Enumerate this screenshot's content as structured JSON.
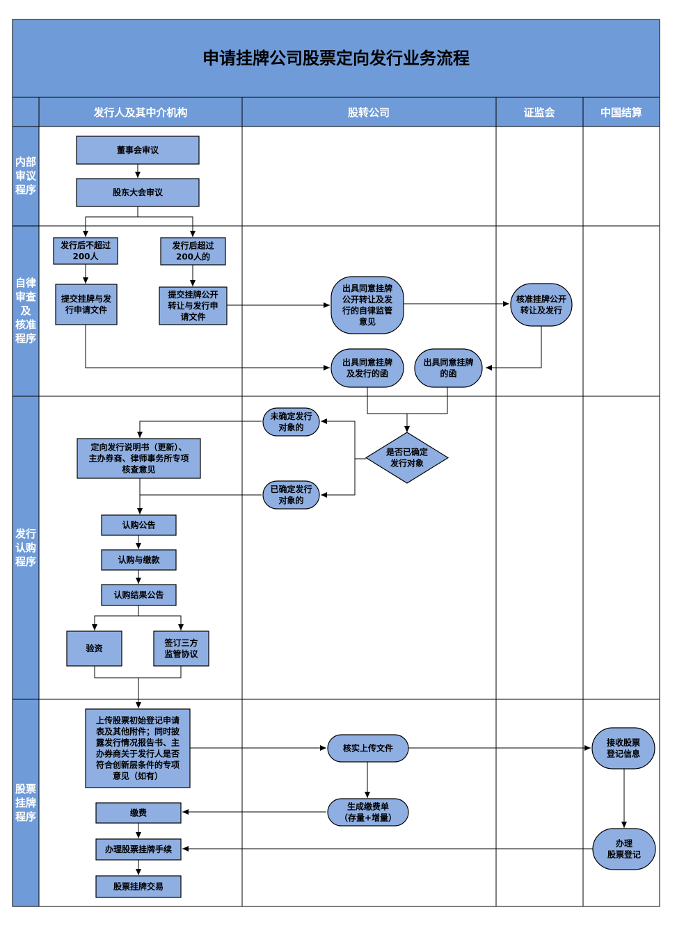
{
  "title": "申请挂牌公司股票定向发行业务流程",
  "colors": {
    "band": "#6F9BD8",
    "node": "#8FAFE2",
    "stroke": "#000000"
  },
  "columns": [
    "发行人及其中介机构",
    "股转公司",
    "证监会",
    "中国结算"
  ],
  "phases": [
    [
      "内部",
      "审议",
      "程序"
    ],
    [
      "自律",
      "审查",
      "及",
      "核准",
      "程序"
    ],
    [
      "发行",
      "认购",
      "程序"
    ],
    [
      "股票",
      "挂牌",
      "程序"
    ]
  ],
  "nodes": {
    "board": [
      "董事会审议"
    ],
    "shareholders": [
      "股东大会审议"
    ],
    "under200": [
      "发行后不超过",
      "200人"
    ],
    "over200": [
      "发行后超过",
      "200人的"
    ],
    "submit_under": [
      "提交挂牌与发",
      "行申请文件"
    ],
    "submit_over": [
      "提交挂牌公开",
      "转让与发行申",
      "请文件"
    ],
    "neeq_opinion": [
      "出具同意挂牌",
      "公开转让及发",
      "行的自律监管",
      "意见"
    ],
    "csrc_approve": [
      "核准挂牌公开",
      "转让及发行"
    ],
    "letter_issue": [
      "出具同意挂牌",
      "及发行的函"
    ],
    "letter_list": [
      "出具同意挂牌",
      "的函"
    ],
    "undetermined": [
      "未确定发行",
      "对象的"
    ],
    "determined": [
      "已确定发行",
      "对象的"
    ],
    "decision": [
      "是否已确定",
      "发行对象"
    ],
    "prospectus": [
      "定向发行说明书（更新）、",
      "主办券商、律师事务所专项",
      "核查意见"
    ],
    "sub_notice": [
      "认购公告"
    ],
    "sub_pay": [
      "认购与缴款"
    ],
    "sub_result": [
      "认购结果公告"
    ],
    "verify": [
      "验资"
    ],
    "tripartite": [
      "签订三方",
      "监管协议"
    ],
    "upload": [
      "上传股票初始登记申请",
      "表及其他附件；同时披",
      "露发行情况报告书、主",
      "办券商关于发行人是否",
      "符合创新层条件的专项",
      "意见（如有）"
    ],
    "check": [
      "核实上传文件"
    ],
    "bill": [
      "生成缴费单",
      "（存量+增量）"
    ],
    "receive": [
      "接收股票",
      "登记信息"
    ],
    "register": [
      "办理",
      "股票登记"
    ],
    "pay": [
      "缴费"
    ],
    "listing_proc": [
      "办理股票挂牌手续"
    ],
    "trading": [
      "股票挂牌交易"
    ]
  }
}
